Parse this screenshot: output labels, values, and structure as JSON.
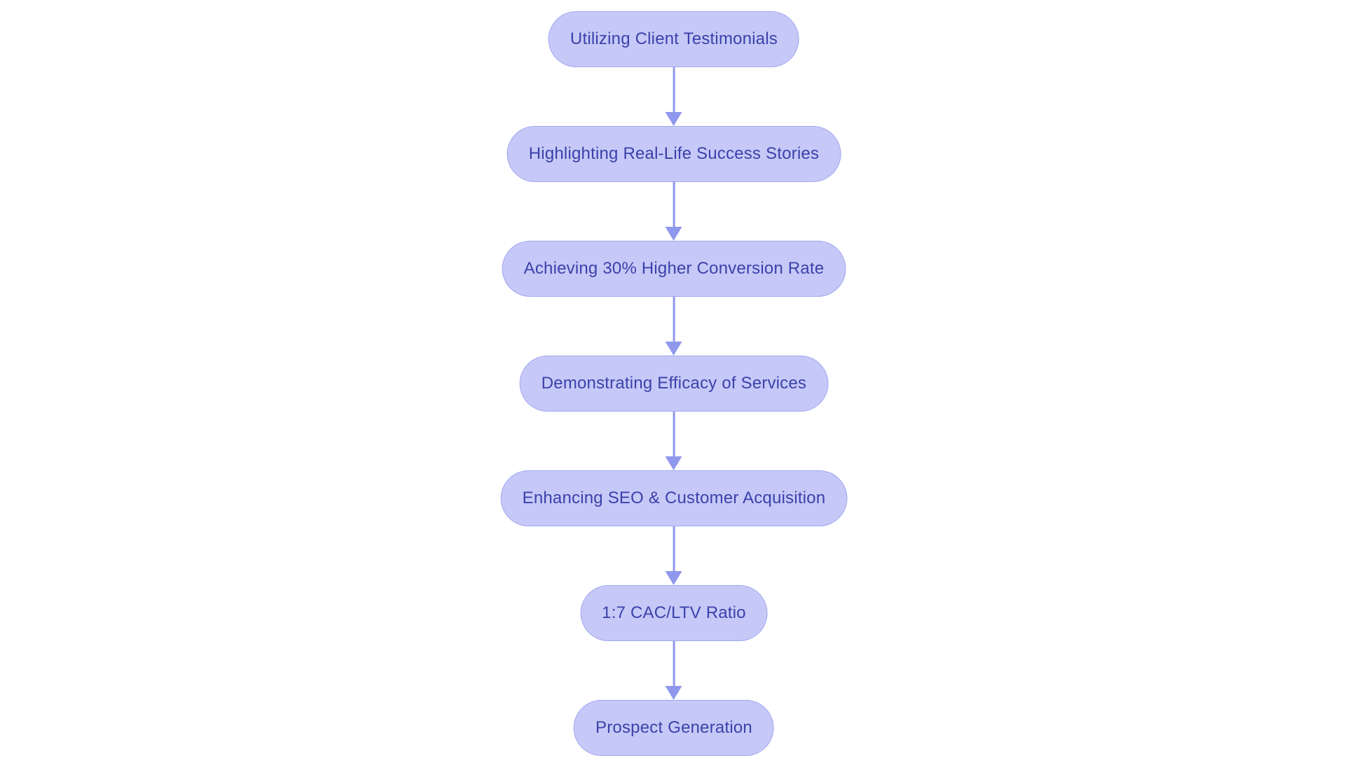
{
  "page": {
    "background_color": "#ffffff"
  },
  "flowchart": {
    "type": "vertical-flow",
    "colors": {
      "node_fill": "#c6c9f7",
      "node_border": "#a0a7f0",
      "node_text": "#3b41ab",
      "arrow": "#8f98ec"
    },
    "nodes": [
      {
        "label": "Utilizing Client Testimonials"
      },
      {
        "label": "Highlighting Real-Life Success Stories"
      },
      {
        "label": "Achieving 30% Higher Conversion Rate"
      },
      {
        "label": "Demonstrating Efficacy of Services"
      },
      {
        "label": "Enhancing SEO & Customer Acquisition"
      },
      {
        "label": "1:7 CAC/LTV Ratio"
      },
      {
        "label": "Prospect Generation"
      }
    ],
    "edges": [
      {
        "from": 0,
        "to": 1
      },
      {
        "from": 1,
        "to": 2
      },
      {
        "from": 2,
        "to": 3
      },
      {
        "from": 3,
        "to": 4
      },
      {
        "from": 4,
        "to": 5
      },
      {
        "from": 5,
        "to": 6
      }
    ]
  }
}
